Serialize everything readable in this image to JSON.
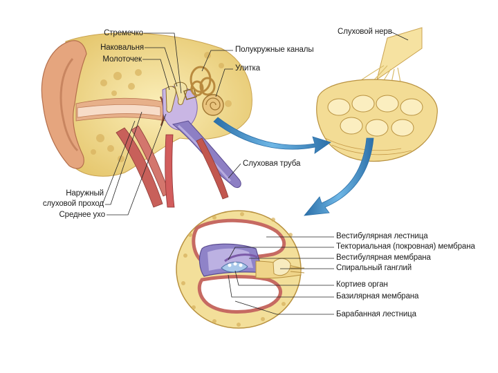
{
  "labels": {
    "stirrup": "Стремечко",
    "anvil": "Наковальня",
    "hammer": "Молоточек",
    "semicircular": "Полукружные каналы",
    "cochlea": "Улитка",
    "auditory_nerve": "Слуховой нерв",
    "eustachian": "Слуховая труба",
    "outer_canal_1": "Наружный",
    "outer_canal_2": "слуховой проход",
    "middle_ear": "Среднее ухо",
    "scala_vestibuli": "Вестибулярная лестница",
    "tectorial": "Текториальная (покровная) мембрана",
    "vestibular_membrane": "Вестибулярная мембрана",
    "spiral_ganglion": "Спиральный ганглий",
    "organ_corti": "Кортиев орган",
    "basilar": "Базилярная мембрана",
    "scala_tympani": "Барабанная лестница"
  },
  "colors": {
    "skin": "#e0a07a",
    "bone": "#f3df9a",
    "muscle": "#c8605a",
    "duct": "#8d7fc4",
    "arrow": "#3f8fc7",
    "line": "#222222"
  }
}
